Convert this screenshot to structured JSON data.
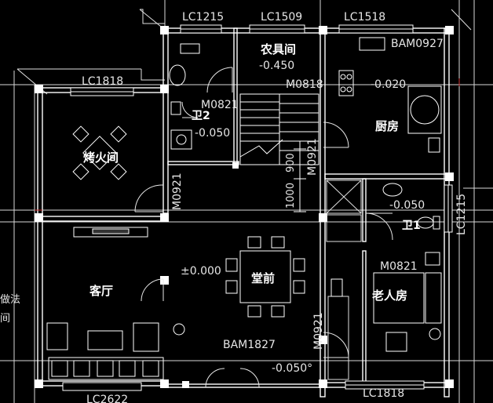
{
  "plan": {
    "rooms": {
      "nongju": "农具间",
      "kaohuo": "烤火间",
      "wei2": "卫2",
      "chufang": "厨房",
      "wei1": "卫1",
      "keting": "客厅",
      "tangqian": "堂前",
      "laorenfang": "老人房"
    },
    "windows": {
      "lc1215_top": "LC1215",
      "lc1509": "LC1509",
      "lc1518": "LC1518",
      "bam0927": "BAM0927",
      "lc1818_left": "LC1818",
      "lc1215_right": "LC1215",
      "lc1818_bottom": "LC1818",
      "lc2622": "LC2622",
      "bam1827": "BAM1827"
    },
    "doors": {
      "m0818": "M0818",
      "m0821_w2": "M0821",
      "m0921_left": "M0921",
      "m0921_stair": "M0921",
      "m0821_elder": "M0821",
      "m0921_bottom": "M0921"
    },
    "levels": {
      "nongju": "-0.450",
      "kitchen": "-0.020",
      "wei2": "-0.050",
      "wei1": "-0.050",
      "hall": "±0.000",
      "entry": "-0.050°"
    },
    "dims": {
      "d900": "900",
      "d1000": "1000"
    },
    "side_notes": {
      "n1": "做法",
      "n2": "间"
    }
  }
}
